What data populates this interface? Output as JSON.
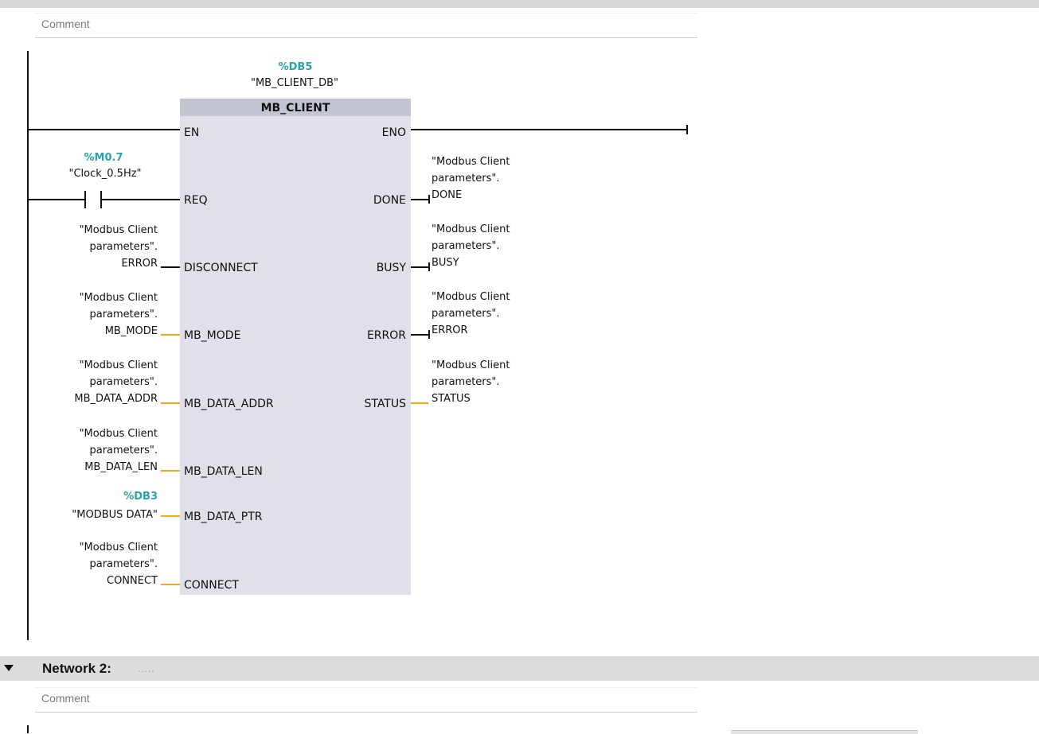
{
  "network1": {
    "comment_placeholder": "Comment",
    "block": {
      "db_address": "%DB5",
      "db_name": "\"MB_CLIENT_DB\"",
      "type": "MB_CLIENT",
      "inputs": {
        "en": "EN",
        "req": "REQ",
        "disconnect": "DISCONNECT",
        "mb_mode": "MB_MODE",
        "mb_data_addr": "MB_DATA_ADDR",
        "mb_data_len": "MB_DATA_LEN",
        "mb_data_ptr": "MB_DATA_PTR",
        "connect": "CONNECT"
      },
      "outputs": {
        "eno": "ENO",
        "done": "DONE",
        "busy": "BUSY",
        "error": "ERROR",
        "status": "STATUS"
      }
    },
    "contact": {
      "address": "%M0.7",
      "name": "\"Clock_0.5Hz\""
    },
    "input_operands": {
      "disconnect": [
        "\"Modbus Client",
        "parameters\".",
        "ERROR"
      ],
      "mb_mode": [
        "\"Modbus Client",
        "parameters\".",
        "MB_MODE"
      ],
      "mb_data_addr": [
        "\"Modbus Client",
        "parameters\".",
        "MB_DATA_ADDR"
      ],
      "mb_data_len": [
        "\"Modbus Client",
        "parameters\".",
        "MB_DATA_LEN"
      ],
      "mb_data_ptr_address": "%DB3",
      "mb_data_ptr_name": "\"MODBUS DATA\"",
      "connect": [
        "\"Modbus Client",
        "parameters\".",
        "CONNECT"
      ]
    },
    "output_operands": {
      "done": [
        "\"Modbus Client",
        "parameters\".",
        "DONE"
      ],
      "busy": [
        "\"Modbus Client",
        "parameters\".",
        "BUSY"
      ],
      "error": [
        "\"Modbus Client",
        "parameters\".",
        "ERROR"
      ],
      "status": [
        "\"Modbus Client",
        "parameters\".",
        "STATUS"
      ]
    }
  },
  "network2": {
    "title": "Network 2:",
    "title_dots": ".....",
    "comment_placeholder": "Comment"
  },
  "colors": {
    "address_teal": "#2aa3a8",
    "wire_orange": "#f0a818",
    "block_body": "#e0e0e8",
    "block_header": "#c4c5d2"
  },
  "icons": {
    "collapse": "triangle-down-icon",
    "contact": "no-contact-icon"
  }
}
